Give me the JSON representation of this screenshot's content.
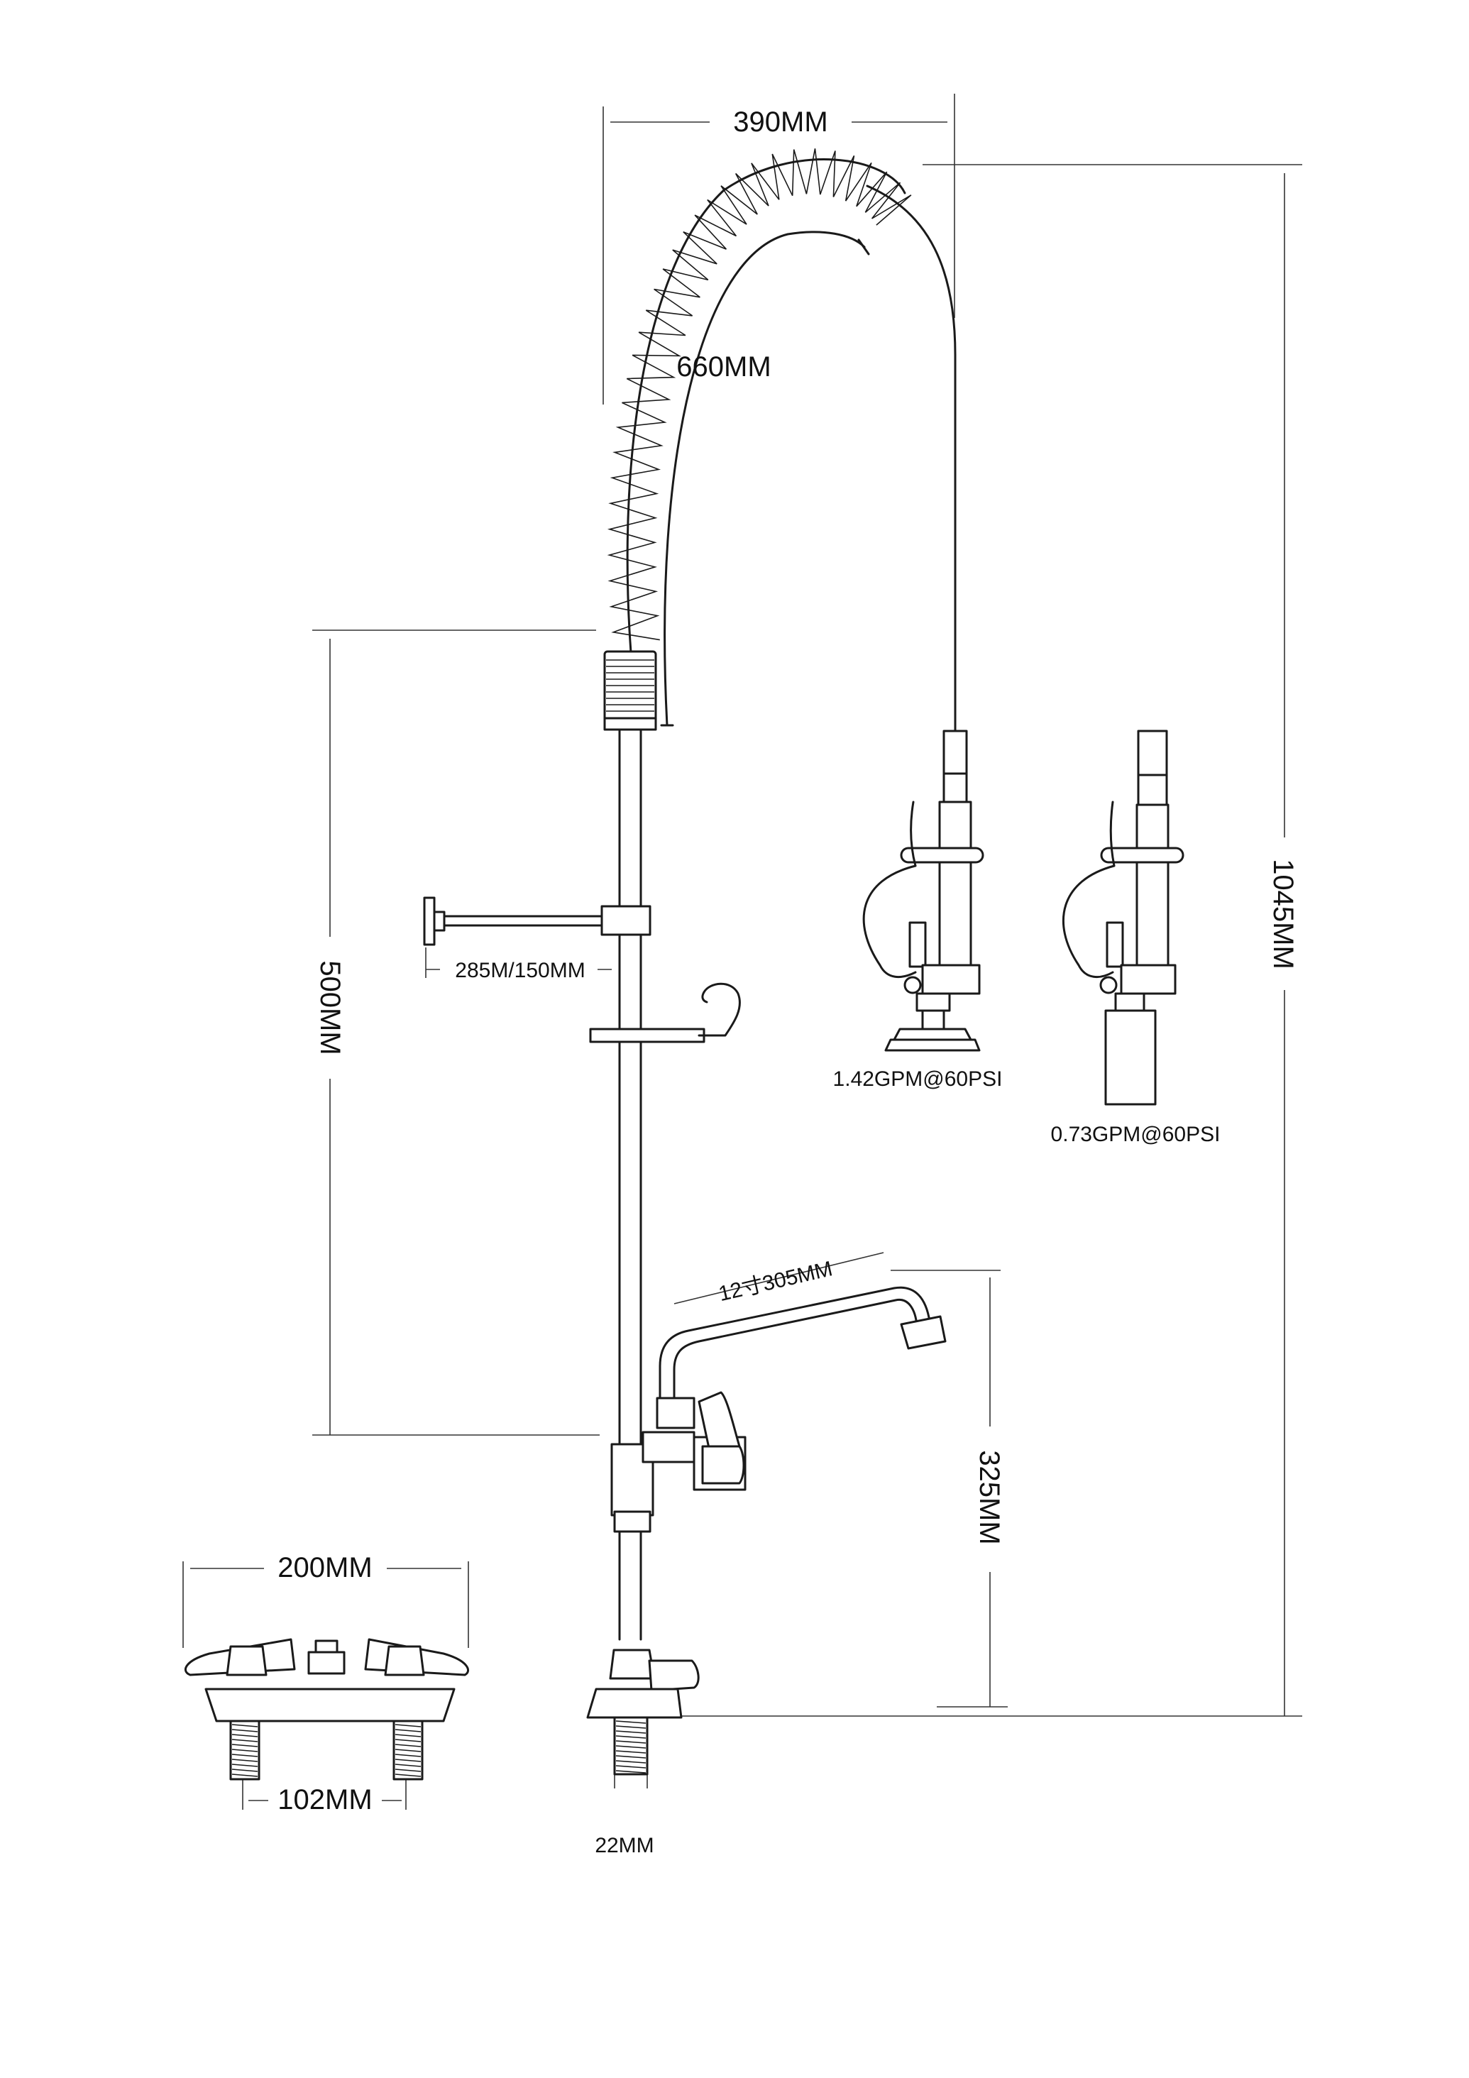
{
  "dimensions": {
    "hose_reach": "390MM",
    "hose_length": "660MM",
    "total_height": "1045MM",
    "column_height": "500MM",
    "wall_bracket": "285M/150MM",
    "spout_length": "12寸305MM",
    "spout_height": "325MM",
    "base_width": "200MM",
    "center_spacing": "102MM",
    "shank_diameter": "22MM"
  },
  "spray_valves": {
    "standard_flow": "1.42GPM@60PSI",
    "low_flow": "0.73GPM@60PSI"
  }
}
